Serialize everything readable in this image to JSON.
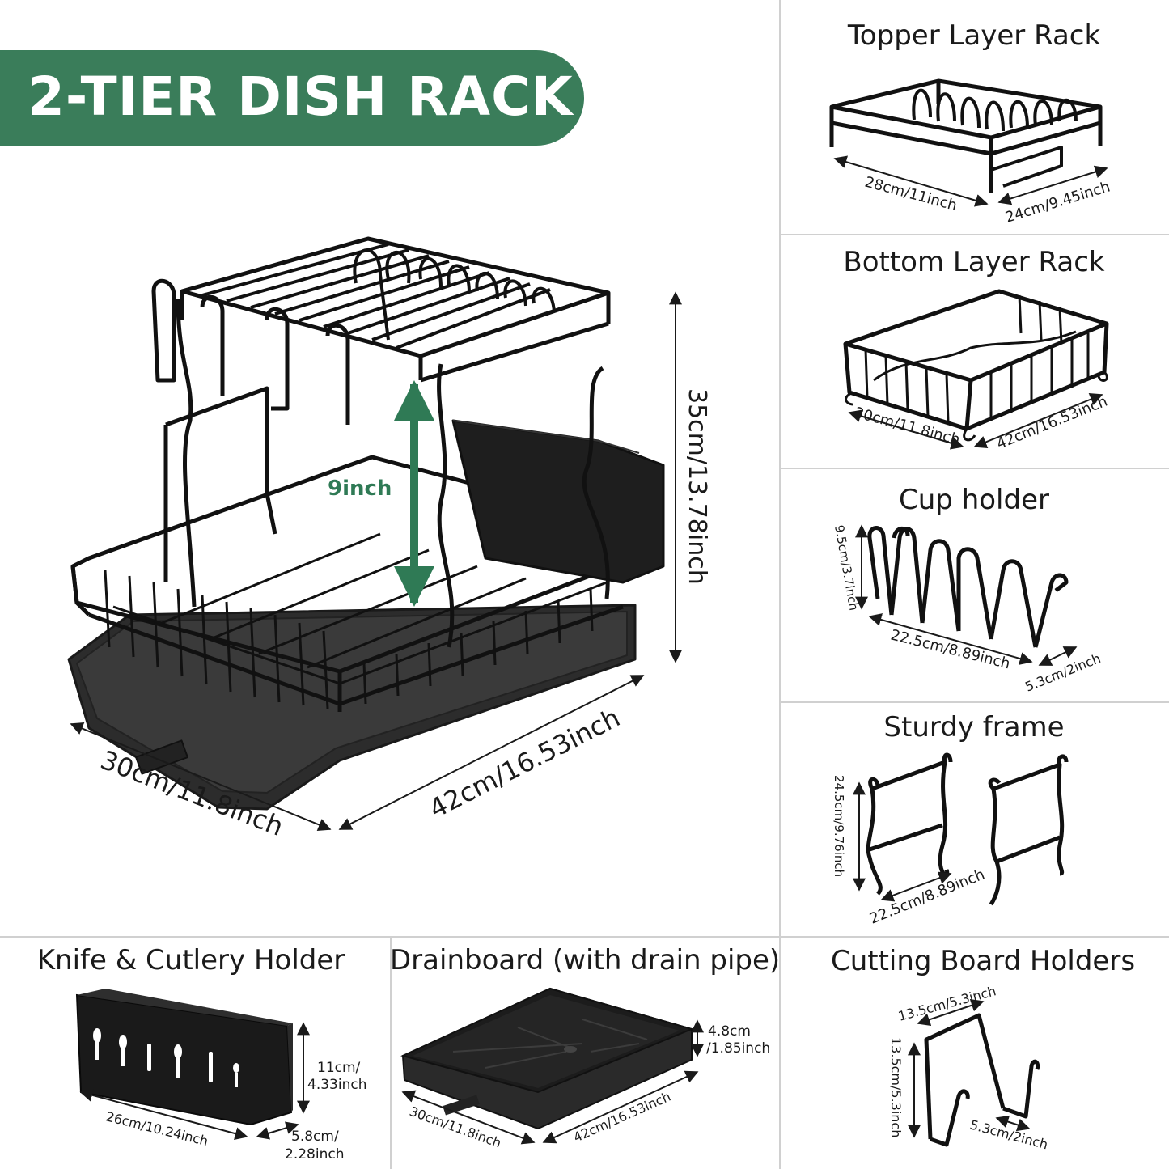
{
  "banner": {
    "title": "2-TIER DISH RACK",
    "color": "#3a7d5a"
  },
  "main": {
    "height_label": "35cm/13.78inch",
    "width_label": "30cm/11.8inch",
    "length_label": "42cm/16.53inch",
    "gap_label": "9inch",
    "gap_color": "#2f7a55"
  },
  "panels": {
    "topper": {
      "title": "Topper Layer Rack",
      "dim_a": "28cm/11inch",
      "dim_b": "24cm/9.45inch"
    },
    "bottom": {
      "title": "Bottom Layer Rack",
      "dim_a": "30cm/11.8inch",
      "dim_b": "42cm/16.53inch"
    },
    "cup": {
      "title": "Cup holder",
      "dim_h": "9.5cm/3.7inch",
      "dim_w": "22.5cm/8.89inch",
      "dim_d": "5.3cm/2inch"
    },
    "frame": {
      "title": "Sturdy frame",
      "dim_h": "24.5cm/9.76inch",
      "dim_w": "22.5cm/8.89inch"
    },
    "knife": {
      "title": "Knife & Cutlery Holder",
      "dim_h_1": "11cm/",
      "dim_h_2": "4.33inch",
      "dim_w": "26cm/10.24inch",
      "dim_d_1": "5.8cm/",
      "dim_d_2": "2.28inch"
    },
    "drain": {
      "title": "Drainboard (with drain pipe)",
      "dim_h_1": "4.8cm",
      "dim_h_2": "/1.85inch",
      "dim_w": "30cm/11.8inch",
      "dim_l": "42cm/16.53inch"
    },
    "cutting": {
      "title": "Cutting Board Holders",
      "dim_w": "13.5cm/5.3inch",
      "dim_h": "13.5cm/5.3inch",
      "dim_d": "5.3cm/2inch"
    }
  }
}
